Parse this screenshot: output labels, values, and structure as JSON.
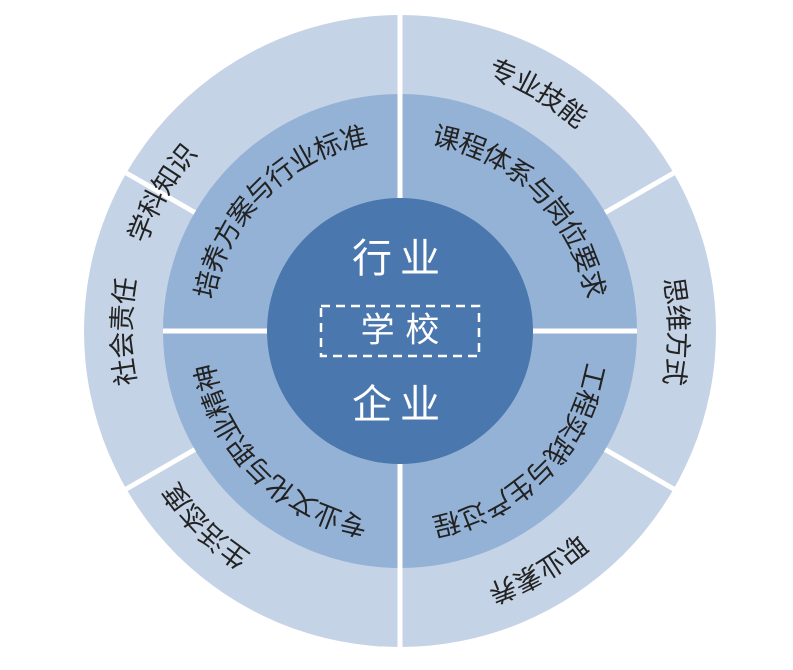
{
  "center": {
    "top": "行业",
    "middle": "学 校",
    "bottom": "企业"
  },
  "inner_ring": [
    {
      "key": "top-left",
      "label": "培养方案与行业标准"
    },
    {
      "key": "top-right",
      "label": "课程体系与岗位要求"
    },
    {
      "key": "bottom-right",
      "label": "工程实践与生产过程"
    },
    {
      "key": "bottom-left",
      "label": "专业文化与职业精神"
    }
  ],
  "outer_ring": [
    {
      "key": "knowledge",
      "label": "学科知识"
    },
    {
      "key": "skills",
      "label": "专业技能"
    },
    {
      "key": "thinking",
      "label": "思维方式"
    },
    {
      "key": "literacy",
      "label": "职业素养"
    },
    {
      "key": "life",
      "label": "生活态度"
    },
    {
      "key": "responsibility",
      "label": "社会责任"
    }
  ],
  "colors": {
    "outer_ring": "#c5d3e6",
    "inner_ring": "#94b2d6",
    "center": "#4a77ad",
    "separator": "#ffffff",
    "text": "#222222",
    "center_text": "#ffffff"
  }
}
